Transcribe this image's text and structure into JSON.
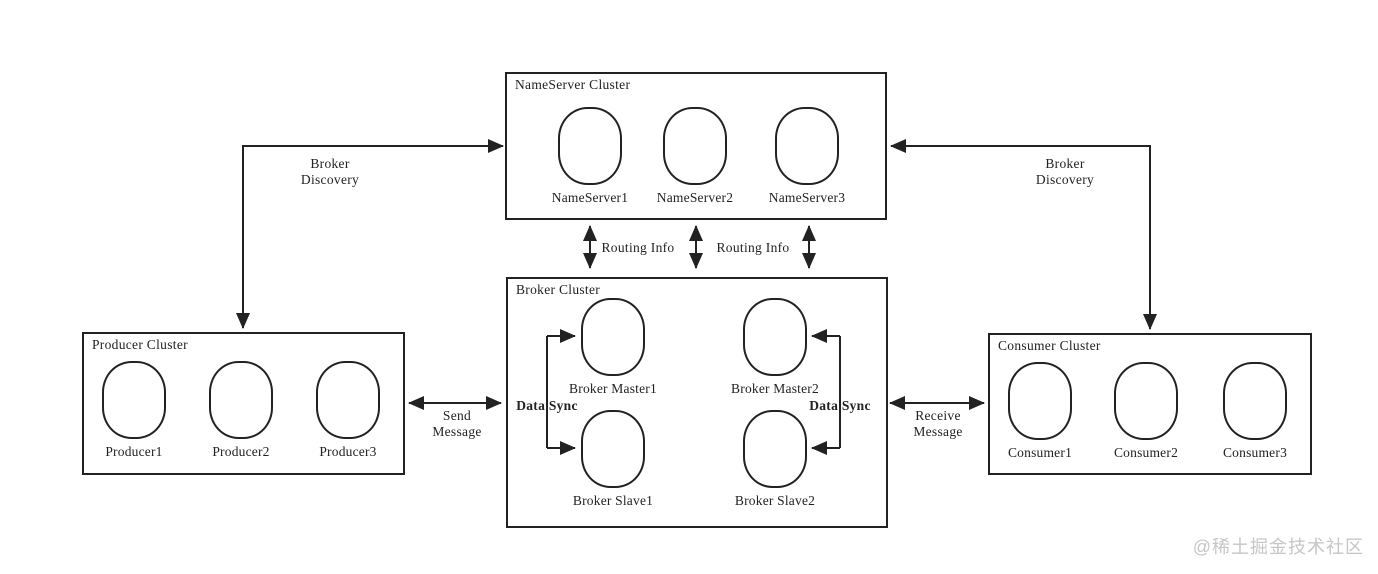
{
  "clusters": {
    "nameserver": {
      "title": "NameServer Cluster",
      "nodes": [
        "NameServer1",
        "NameServer2",
        "NameServer3"
      ]
    },
    "broker": {
      "title": "Broker Cluster",
      "nodes": [
        "Broker Master1",
        "Broker Master2",
        "Broker Slave1",
        "Broker Slave2"
      ]
    },
    "producer": {
      "title": "Producer Cluster",
      "nodes": [
        "Producer1",
        "Producer2",
        "Producer3"
      ]
    },
    "consumer": {
      "title": "Consumer Cluster",
      "nodes": [
        "Consumer1",
        "Consumer2",
        "Consumer3"
      ]
    }
  },
  "edge_labels": {
    "broker_discovery_left": "Broker Discovery",
    "broker_discovery_right": "Broker Discovery",
    "routing_info_left": "Routing Info",
    "routing_info_right": "Routing Info",
    "send_message": "Send Message",
    "receive_message": "Receive Message",
    "data_sync_left": "Data Sync",
    "data_sync_right": "Data Sync"
  },
  "watermark": "@稀土掘金技术社区",
  "colors": {
    "line": "#222222",
    "background": "#ffffff",
    "watermark": "#c6c6c6"
  }
}
